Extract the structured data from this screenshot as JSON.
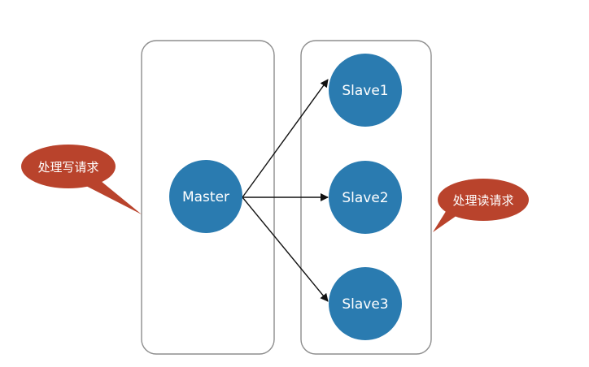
{
  "diagram": {
    "callouts": {
      "write": "处理写请求",
      "read": "处理读请求"
    },
    "nodes": {
      "master": "Master",
      "slave1": "Slave1",
      "slave2": "Slave2",
      "slave3": "Slave3"
    },
    "colors": {
      "node_fill": "#2a7bb0",
      "callout_fill": "#b9432c",
      "box_stroke": "#8d8d8d",
      "arrow": "#111111"
    }
  }
}
